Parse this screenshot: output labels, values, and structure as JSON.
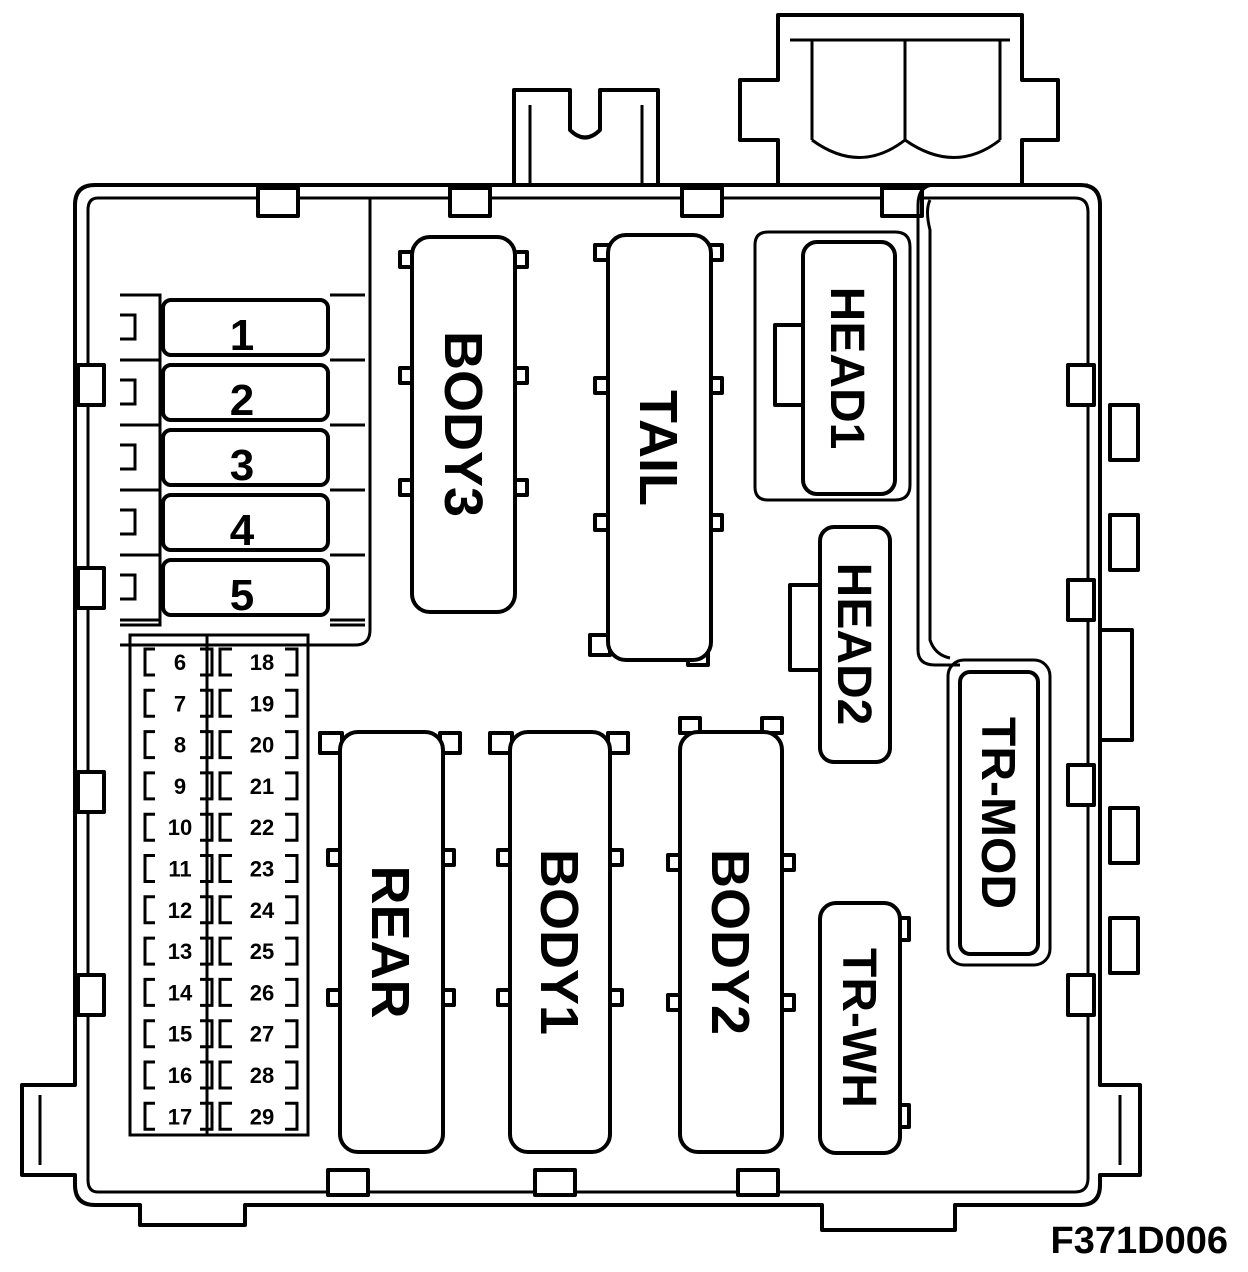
{
  "relays": {
    "body3": "BODY3",
    "tail": "TAIL",
    "head1": "HEAD1",
    "head2": "HEAD2",
    "rear": "REAR",
    "body1": "BODY1",
    "body2": "BODY2",
    "tr_mod": "TR-MOD",
    "tr_wh": "TR-WH"
  },
  "maxi_fuses": [
    "1",
    "2",
    "3",
    "4",
    "5"
  ],
  "mini_fuses_left": [
    "6",
    "7",
    "8",
    "9",
    "10",
    "11",
    "12",
    "13",
    "14",
    "15",
    "16",
    "17"
  ],
  "mini_fuses_right": [
    "18",
    "19",
    "20",
    "21",
    "22",
    "23",
    "24",
    "25",
    "26",
    "27",
    "28",
    "29"
  ],
  "figure_code": "F371D006"
}
